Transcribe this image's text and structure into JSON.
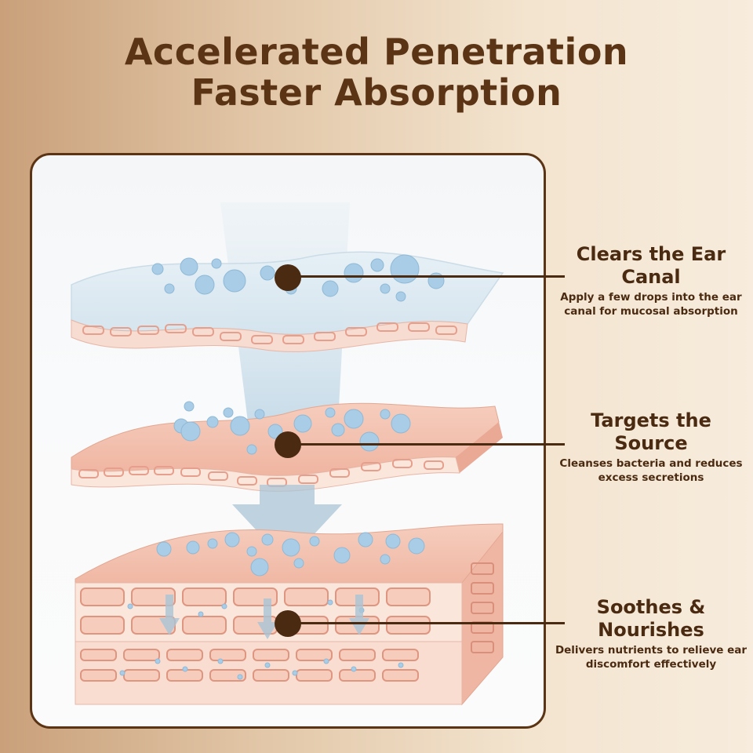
{
  "title": {
    "line1": "Accelerated Penetration",
    "line2": "Faster Absorption"
  },
  "callouts": [
    {
      "heading_line1": "Clears the Ear",
      "heading_line2": "Canal",
      "description_line1": "Apply a few drops into the ear",
      "description_line2": "canal for mucosal absorption"
    },
    {
      "heading_line1": "Targets the",
      "heading_line2": "Source",
      "description_line1": "Cleanses bacteria and reduces",
      "description_line2": "excess secretions"
    },
    {
      "heading_line1": "Soothes &",
      "heading_line2": "Nourishes",
      "description_line1": "Delivers nutrients to relieve ear",
      "description_line2": "discomfort effectively"
    }
  ],
  "colors": {
    "title": "#5a3414",
    "accent": "#4a2a10",
    "tissue": "#f2c1b0",
    "tissue_light": "#fbe6dc",
    "bubble": "#a9cde6"
  }
}
